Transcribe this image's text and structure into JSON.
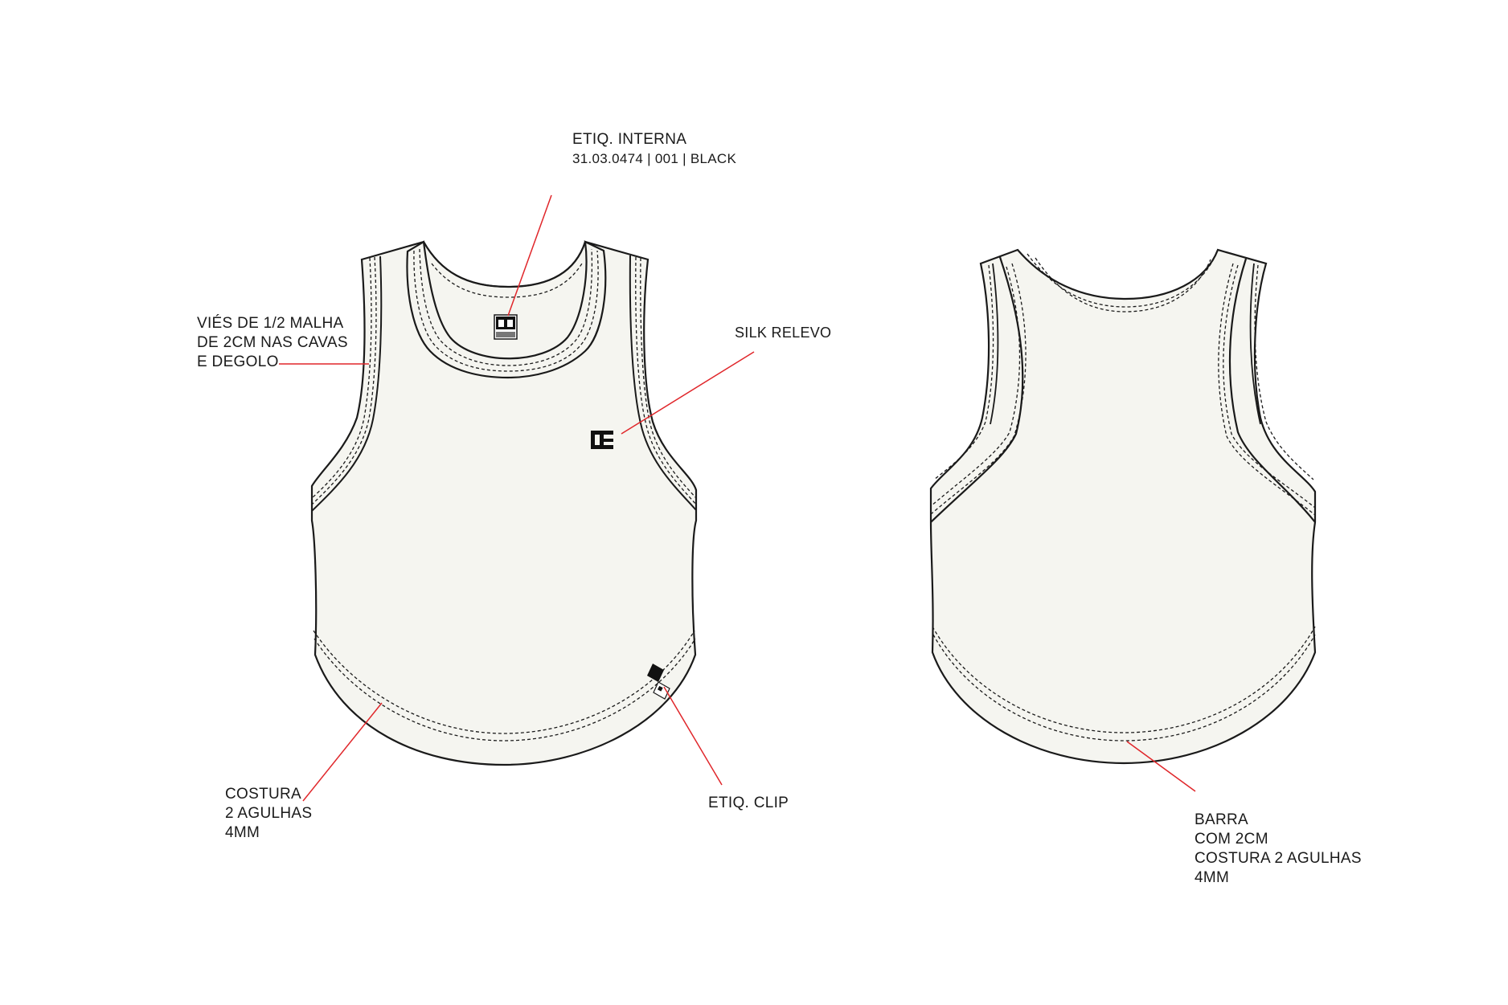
{
  "colors": {
    "garment_fill": "#f5f5f0",
    "outline": "#1a1a1a",
    "leader": "#e0262a",
    "logo": "#111111"
  },
  "labels": {
    "etiq_interna": {
      "lines": [
        "ETIQ. INTERNA",
        "31.03.0474 | 001 | BLACK"
      ]
    },
    "vies": {
      "lines": [
        "VIÉS DE 1/2 MALHA",
        "DE 2CM NAS CAVAS",
        "E DEGOLO"
      ]
    },
    "silk": {
      "lines": [
        "SILK RELEVO"
      ]
    },
    "costura": {
      "lines": [
        "COSTURA",
        "2 AGULHAS",
        "4MM"
      ]
    },
    "etiq_clip": {
      "lines": [
        "ETIQ. CLIP"
      ]
    },
    "barra": {
      "lines": [
        "BARRA",
        "COM 2CM",
        "COSTURA 2 AGULHAS",
        "4MM"
      ]
    }
  },
  "icons": {
    "front_logo": "dc-logo-icon",
    "inner_label": "inner-label-icon",
    "clip_label": "clip-tag-icon"
  }
}
